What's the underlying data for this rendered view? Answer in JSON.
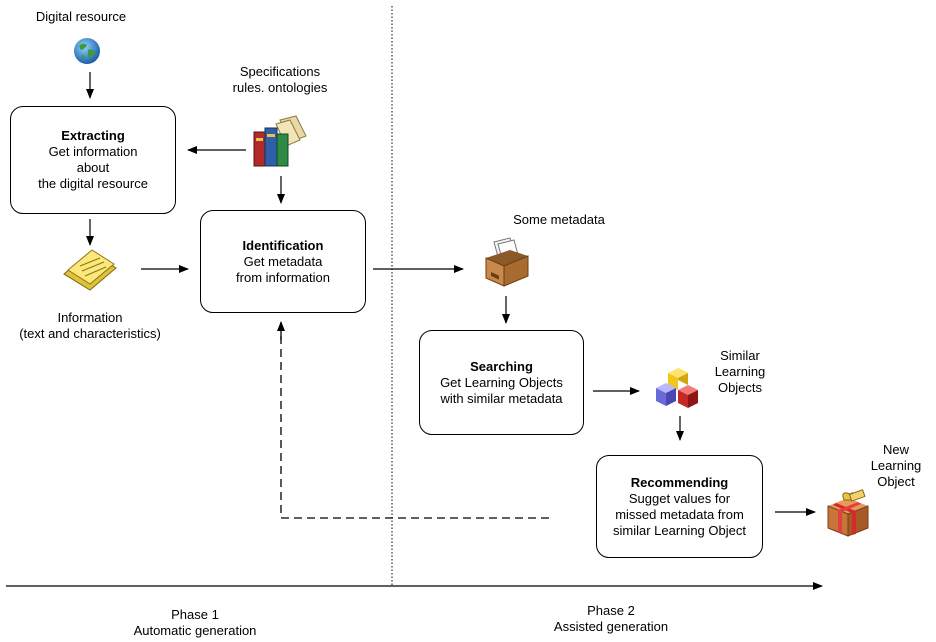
{
  "labels": {
    "digital_resource": "Digital resource",
    "specifications": "Specifications\nrules. ontologies",
    "information": "Information\n(text and characteristics)",
    "some_metadata": "Some metadata",
    "similar_los": "Similar\nLearning\nObjects",
    "new_lo": "New\nLearning\nObject"
  },
  "boxes": {
    "extracting": {
      "title": "Extracting",
      "desc": "Get information\nabout\nthe digital resource"
    },
    "identification": {
      "title": "Identification",
      "desc": "Get metadata\nfrom information"
    },
    "searching": {
      "title": "Searching",
      "desc": "Get Learning  Objects\nwith similar metadata"
    },
    "recommending": {
      "title": "Recommending",
      "desc": "Sugget values for\nmissed metadata from\nsimilar Learning Object"
    }
  },
  "phases": {
    "phase1": {
      "name": "Phase 1",
      "desc": "Automatic generation"
    },
    "phase2": {
      "name": "Phase 2",
      "desc": "Assisted generation"
    }
  },
  "icons": [
    "globe-icon",
    "books-icon",
    "notes-icon",
    "archive-box-icon",
    "cubes-icon",
    "gift-icon"
  ]
}
